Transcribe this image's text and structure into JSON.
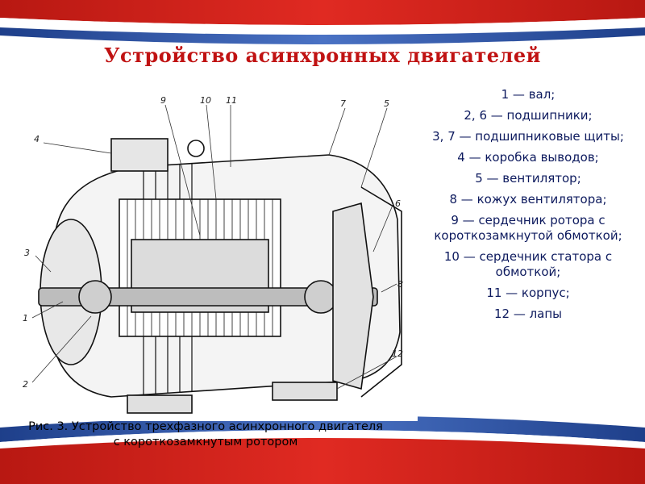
{
  "title": "Устройство асинхронных двигателей",
  "legend": [
    "1 — вал;",
    "2, 6 — подшипники;",
    "3, 7 — подшипниковые щиты;",
    "4 — коробка выводов;",
    "5 — вентилятор;",
    "8 — кожух вентилятора;",
    "9 — сердечник ротора с короткозамкнутой обмоткой;",
    "10 — сердечник статора с обмоткой;",
    "11 — корпус;",
    "12 — лапы"
  ],
  "caption": {
    "line1": "Рис. 3. Устройство трехфазного асинхронного двигателя",
    "line2": "с короткозамкнутым ротором"
  },
  "callouts": [
    "1",
    "2",
    "3",
    "4",
    "5",
    "6",
    "7",
    "8",
    "9",
    "10",
    "11",
    "12"
  ],
  "colors": {
    "title": "#c01212",
    "legend_text": "#0d1a5e",
    "band_red": "#d0201a",
    "band_blue": "#2a4f9c"
  }
}
